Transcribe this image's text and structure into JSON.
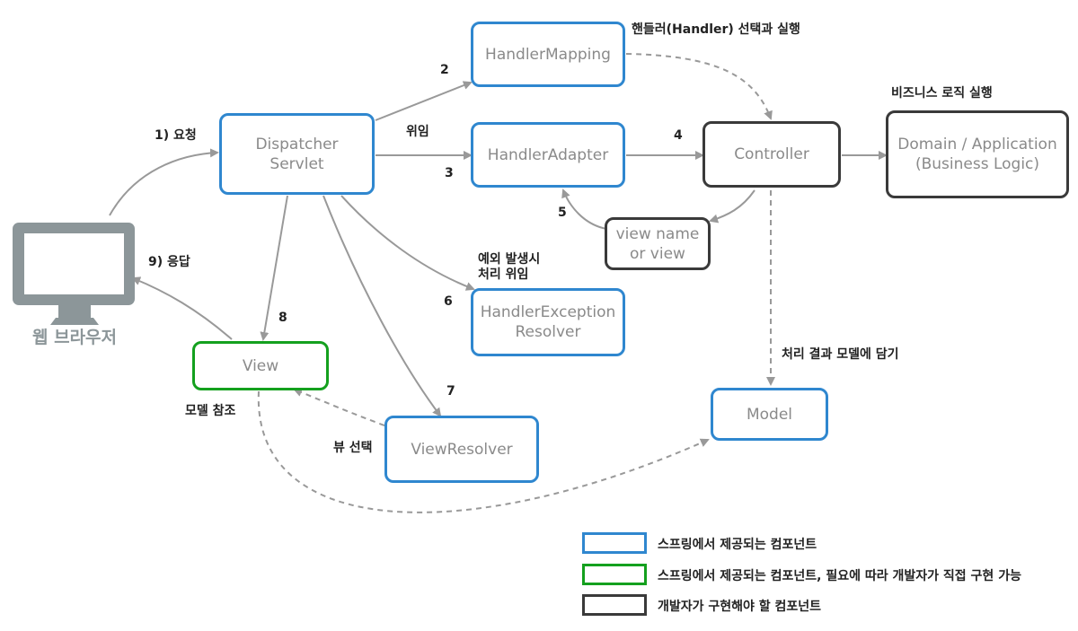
{
  "nodes": {
    "dispatcher": "Dispatcher\nServlet",
    "handler_mapping": "HandlerMapping",
    "handler_adapter": "HandlerAdapter",
    "controller": "Controller",
    "domain": "Domain / Application\n(Business Logic)",
    "view_name": "view name\nor view",
    "exception_resolver": "HandlerException\nResolver",
    "view": "View",
    "view_resolver": "ViewResolver",
    "model": "Model",
    "browser": "웹 브라우저"
  },
  "labels": {
    "request": "1) 요청",
    "response": "9) 응답",
    "delegate": "위임",
    "handler_select": "핸들러(Handler) 선택과 실행",
    "business": "비즈니스 로직 실행",
    "exception": "예외 발생시\n처리 위임",
    "model_put": "처리 결과 모델에 담기",
    "model_ref": "모델 참조",
    "view_select": "뷰 선택"
  },
  "steps": {
    "s2": "2",
    "s3": "3",
    "s4": "4",
    "s5": "5",
    "s6": "6",
    "s7": "7",
    "s8": "8"
  },
  "legend": {
    "blue": "스프링에서 제공되는 컴포넌트",
    "green": "스프링에서 제공되는 컴포넌트, 필요에 따라 개발자가 직접 구현 가능",
    "dark": "개발자가 구현해야 할 컴포넌트"
  },
  "colors": {
    "spring_component": "#2f87cf",
    "optional_custom": "#14a01e",
    "developer_component": "#3a3a3a",
    "arrow": "#999999"
  }
}
